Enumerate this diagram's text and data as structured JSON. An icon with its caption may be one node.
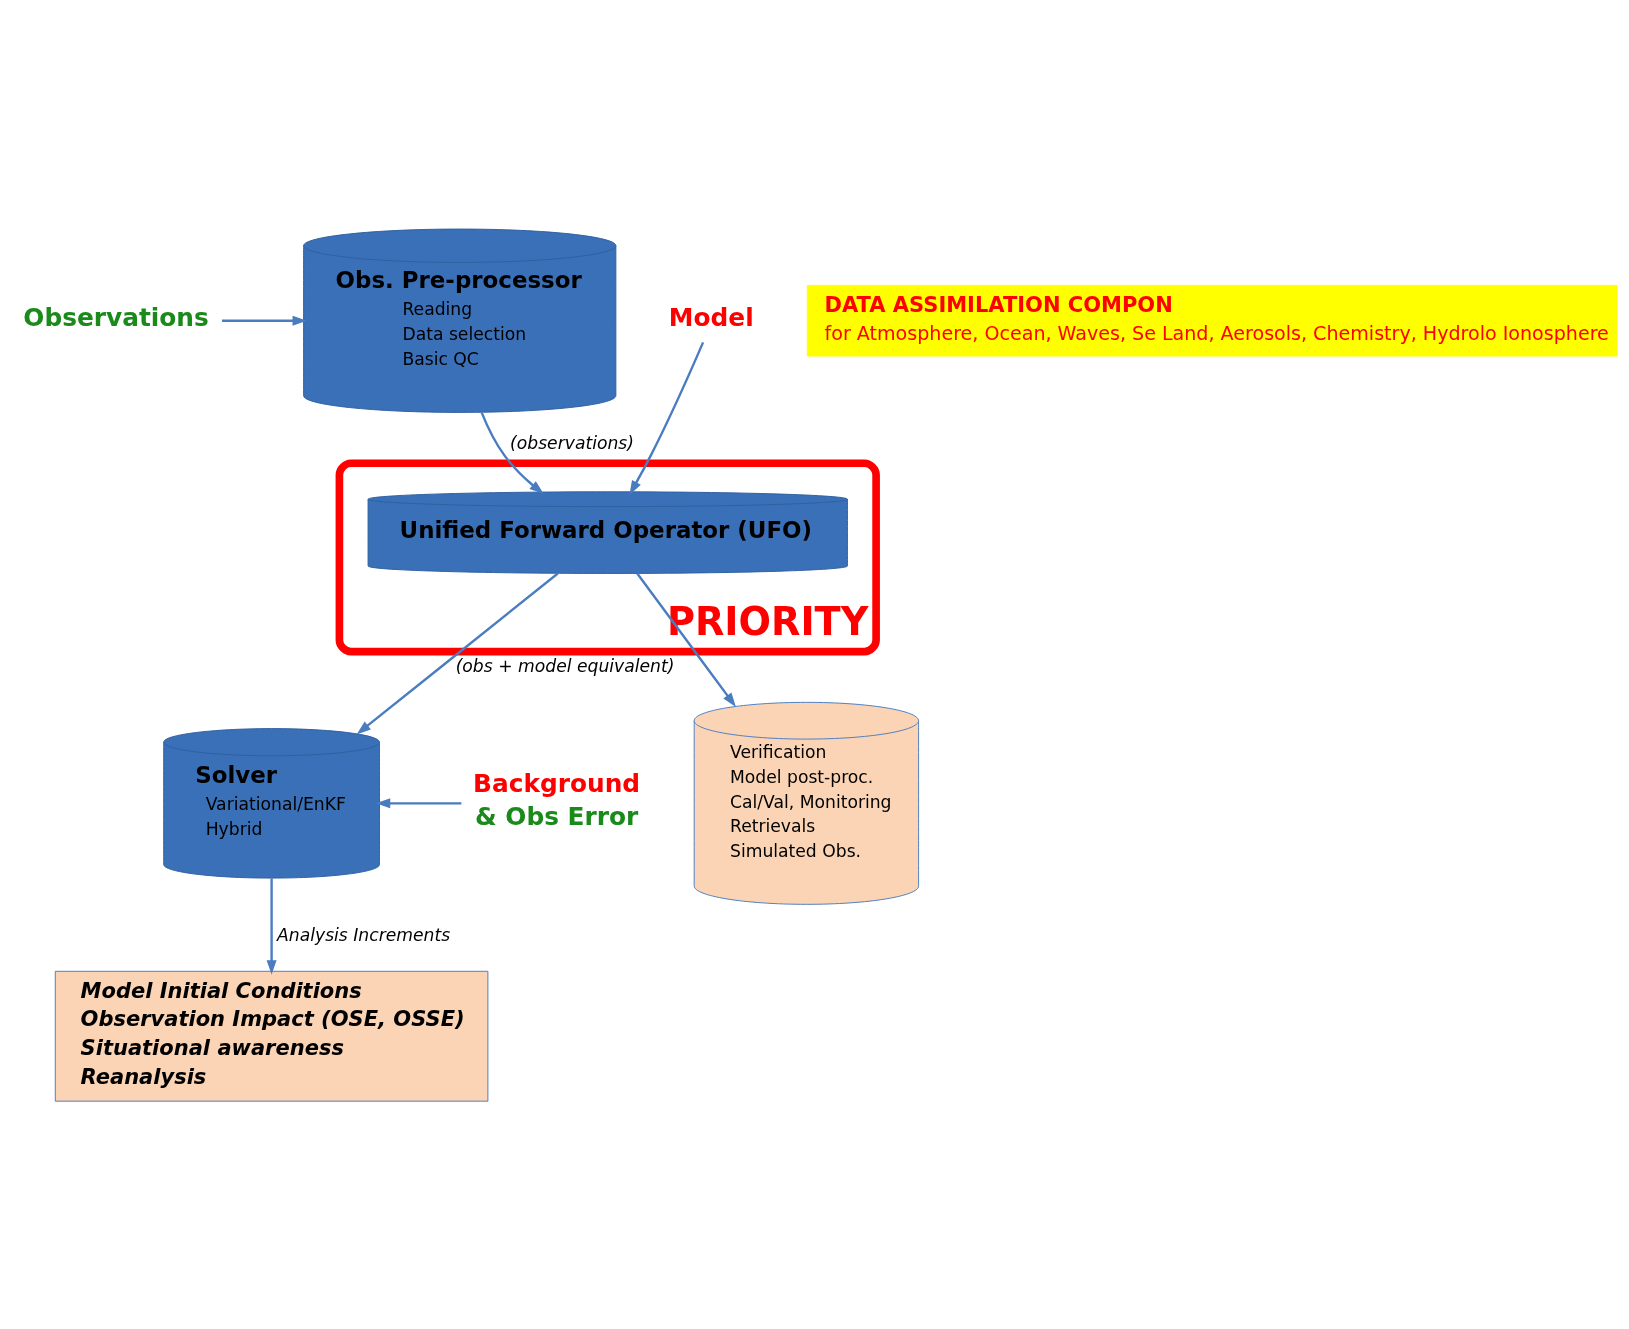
{
  "diagram": {
    "nodes": [
      {
        "text": [
          "Observations"
        ]
      },
      {
        "text": [
          "Obs. Pre-processor",
          "Reading",
          "Data selection",
          "Basic QC"
        ]
      },
      {
        "text": [
          "Model"
        ]
      },
      {
        "text": [],
        "shape": "ellipse",
        "beside": [
          "PRIORITY"
        ]
      },
      {
        "text": [
          "Unified Forward Operator (UFO)"
        ],
        "in": 3
      },
      {
        "text": [
          "Background",
          "& Obs Error"
        ]
      },
      {
        "text": [
          "Solver",
          "Variational/EnKF",
          "Hybrid"
        ]
      },
      {
        "text": [
          "Verification",
          "Model post-proc.",
          "Cal/Val, Monitoring",
          "Retrievals",
          "Simulated Obs."
        ]
      },
      {
        "text": [
          "Model Initial Conditions",
          "Observation Impact (OSE, OSSE)",
          "Situational awareness",
          "Reanalysis"
        ]
      },
      {
        "text": [
          "DATA ASSIMILATION COMPON",
          "for Atmosphere, Ocean, Waves, Se Land, Aerosols, Chemistry, Hydrolo Ionosphere"
        ]
      }
    ],
    "edges": [
      {
        "from": 0,
        "to": 1,
        "arrow": "to"
      },
      {
        "from": 1,
        "to": 4,
        "arrow": "to",
        "label": "(observations)"
      },
      {
        "from": 2,
        "to": 4,
        "arrow": "to"
      },
      {
        "from": 4,
        "to": 6,
        "arrow": "to",
        "label": "(obs + model equivalent)"
      },
      {
        "from": 4,
        "to": 7,
        "arrow": "to"
      },
      {
        "from": 5,
        "to": 6,
        "arrow": "to"
      },
      {
        "from": 6,
        "to": 8,
        "arrow": "to",
        "label": "Analysis Increments"
      }
    ]
  }
}
